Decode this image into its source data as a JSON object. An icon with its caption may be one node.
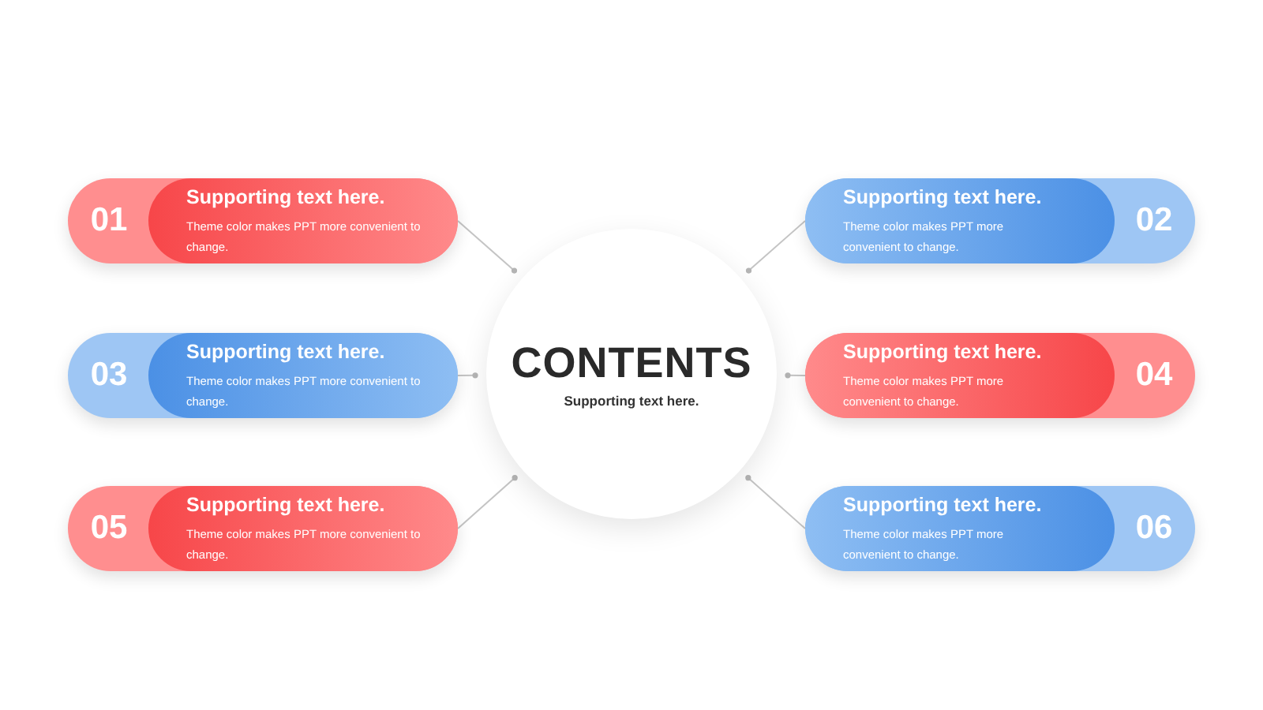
{
  "diagram": {
    "nodes": [
      {
        "text": [
          "01",
          "Supporting text here.",
          "Theme color makes PPT more convenient to change."
        ]
      },
      {
        "text": [
          "02",
          "Supporting text here.",
          "Theme color makes PPT more convenient to change."
        ]
      },
      {
        "text": [
          "03",
          "Supporting text here.",
          "Theme color makes PPT more convenient to change."
        ]
      },
      {
        "text": [
          "04",
          "Supporting text here.",
          "Theme color makes PPT more convenient to change."
        ]
      },
      {
        "text": [
          "05",
          "Supporting text here.",
          "Theme color makes PPT more convenient to change."
        ]
      },
      {
        "text": [
          "06",
          "Supporting text here.",
          "Theme color makes PPT more convenient to change."
        ]
      },
      {
        "text": [
          "CONTENTS",
          "Supporting text here."
        ]
      }
    ],
    "edges": [
      {
        "from": 0,
        "to": 6,
        "arrow": "other"
      },
      {
        "from": 1,
        "to": 6,
        "arrow": "other"
      },
      {
        "from": 2,
        "to": 6,
        "arrow": "other"
      },
      {
        "from": 3,
        "to": 6,
        "arrow": "other"
      },
      {
        "from": 4,
        "to": 6,
        "arrow": "other"
      },
      {
        "from": 5,
        "to": 6,
        "arrow": "other"
      }
    ]
  }
}
